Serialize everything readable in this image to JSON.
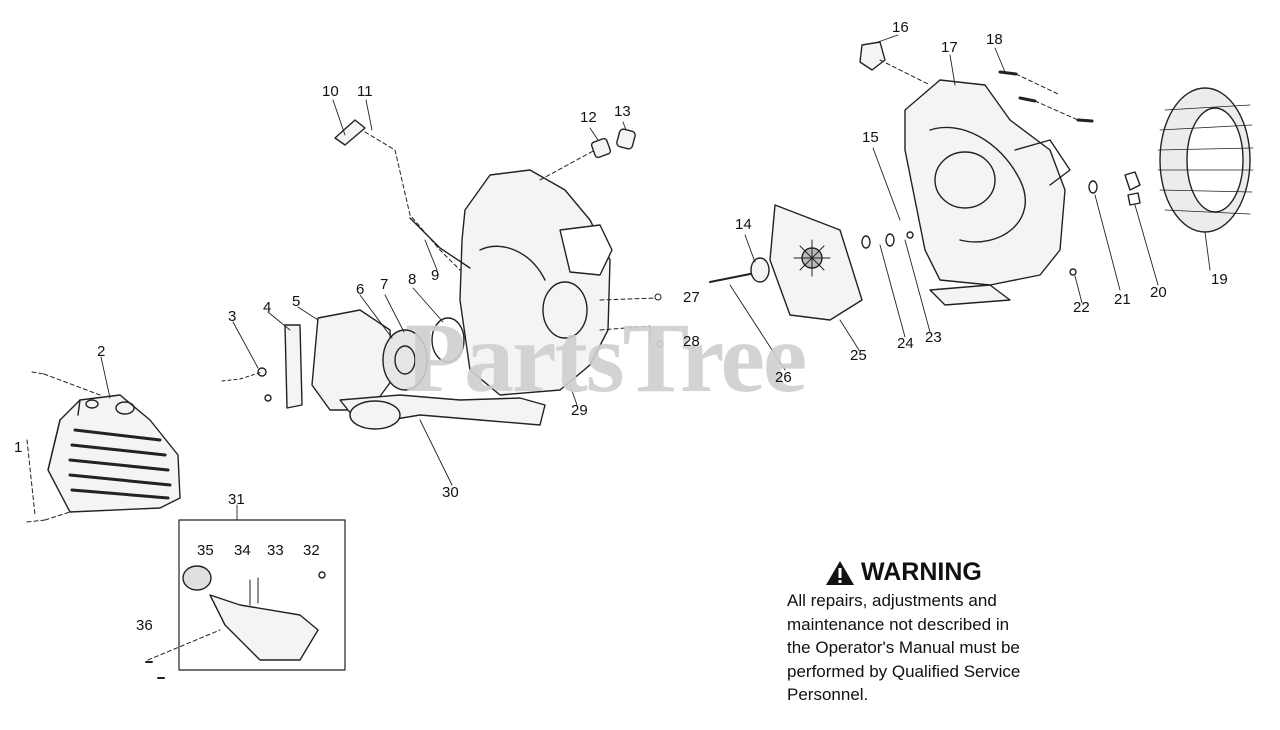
{
  "watermark": "PartsTree",
  "warning": {
    "title": "WARNING",
    "lines": [
      "All repairs, adjustments and",
      "maintenance not described in",
      "the Operator's Manual must be",
      "performed by Qualified Service",
      "Personnel."
    ]
  },
  "callouts": {
    "c1": "1",
    "c2": "2",
    "c3": "3",
    "c4": "4",
    "c5": "5",
    "c6": "6",
    "c7": "7",
    "c8": "8",
    "c9": "9",
    "c10": "10",
    "c11": "11",
    "c12": "12",
    "c13": "13",
    "c14": "14",
    "c15": "15",
    "c16": "16",
    "c17": "17",
    "c18": "18",
    "c19": "19",
    "c20": "20",
    "c21": "21",
    "c22": "22",
    "c23": "23",
    "c24": "24",
    "c25": "25",
    "c26": "26",
    "c27": "27",
    "c28": "28",
    "c29": "29",
    "c30": "30",
    "c31": "31",
    "c32": "32",
    "c33": "33",
    "c34": "34",
    "c35": "35",
    "c36": "36"
  },
  "colors": {
    "line": "#222222",
    "watermark": "#cfcfcf",
    "part_fill": "#f4f4f4"
  }
}
